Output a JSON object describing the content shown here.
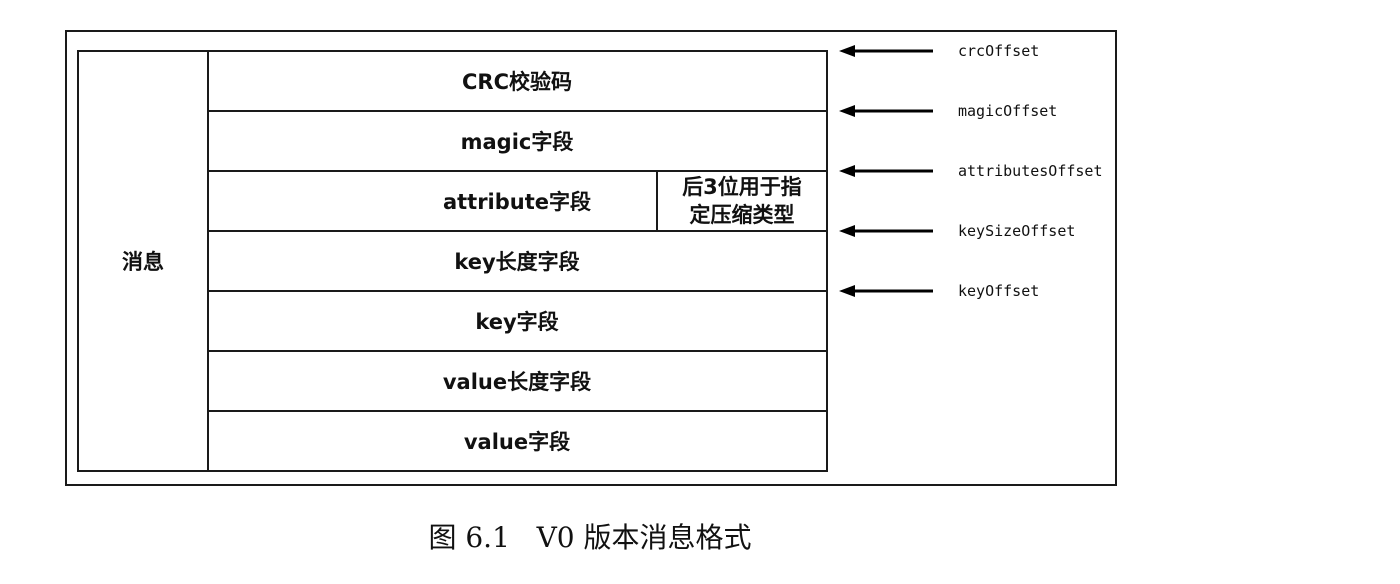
{
  "diagram": {
    "side_label": "消息",
    "fields": [
      {
        "label": "CRC校验码"
      },
      {
        "label": "magic字段"
      },
      {
        "label": "attribute字段",
        "note_lines": [
          "后3位用于指",
          "定压缩类型"
        ]
      },
      {
        "label": "key长度字段"
      },
      {
        "label": "key字段"
      },
      {
        "label": "value长度字段"
      },
      {
        "label": "value字段"
      }
    ],
    "offsets": [
      {
        "label": "crcOffset"
      },
      {
        "label": "magicOffset"
      },
      {
        "label": "attributesOffset"
      },
      {
        "label": "keySizeOffset"
      },
      {
        "label": "keyOffset"
      }
    ]
  },
  "caption": "图 6.1   V0 版本消息格式"
}
